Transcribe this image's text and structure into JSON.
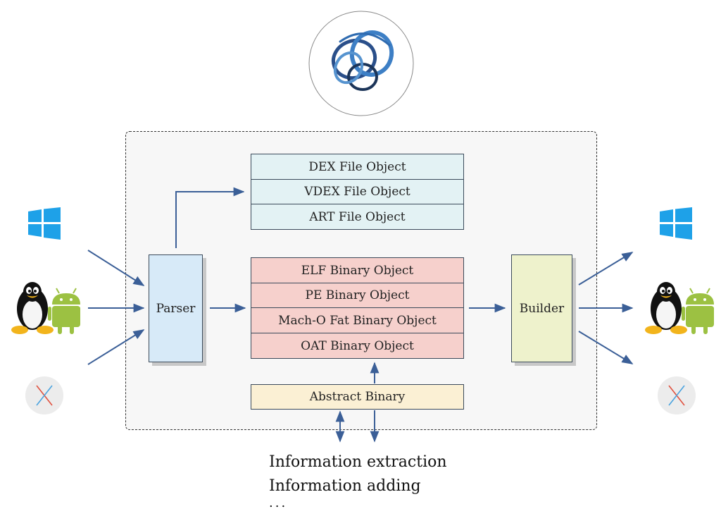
{
  "dex_stack": [
    "DEX File Object",
    "VDEX File Object",
    "ART File Object"
  ],
  "parser_label": "Parser",
  "binary_stack": [
    "ELF Binary Object",
    "PE Binary Object",
    "Mach-O Fat Binary Object",
    "OAT Binary Object"
  ],
  "builder_label": "Builder",
  "abstract_label": "Abstract Binary",
  "bottom_lines": [
    "Information extraction",
    "Information adding",
    "..."
  ],
  "platform_icons": [
    "windows-icon",
    "linux-tux-icon",
    "android-icon",
    "macos-x-icon"
  ],
  "colors": {
    "dex": "#e3f2f4",
    "parser": "#d7eaf8",
    "binary": "#f6d0cc",
    "builder": "#eef2cc",
    "abstract": "#fbf0d4",
    "arrow": "#3b5f97",
    "windows": "#1ea1e8",
    "android": "#9cc142"
  }
}
